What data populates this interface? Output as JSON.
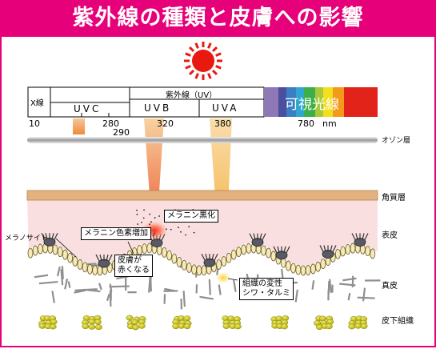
{
  "title": "紫外線の種類と皮膚への影響",
  "spectrum": {
    "xray": "X線",
    "uv_header": "紫外線（UV）",
    "uvc": "UVC",
    "uvb": "UVB",
    "uva": "UVA",
    "visible": "可視光線",
    "ticks": {
      "t10": "10",
      "t280": "280",
      "t290": "290",
      "t320": "320",
      "t380": "380",
      "t780": "780",
      "nm": "nm"
    }
  },
  "layers": {
    "ozone": "オゾン層",
    "stratum_corneum": "角質層",
    "epidermis": "表皮",
    "dermis": "真皮",
    "subcutaneous": "皮下組織"
  },
  "annotations": {
    "melanocyte": "メラノサイト",
    "melanin_darkening": "メラニン黒化",
    "melanin_increase": "メラニン色素増加",
    "redness_line1": "皮膚が",
    "redness_line2": "赤くなる",
    "dermis_change_line1": "組織の変性",
    "dermis_change_line2": "シワ・タルミ"
  },
  "colors": {
    "title_bg": "#e6007a",
    "sun": "#e8190f",
    "stratum": "#e3b27f",
    "epidermis": "#f9dfe0",
    "cells": "#f6eab8",
    "fat": "#c8c51a"
  }
}
